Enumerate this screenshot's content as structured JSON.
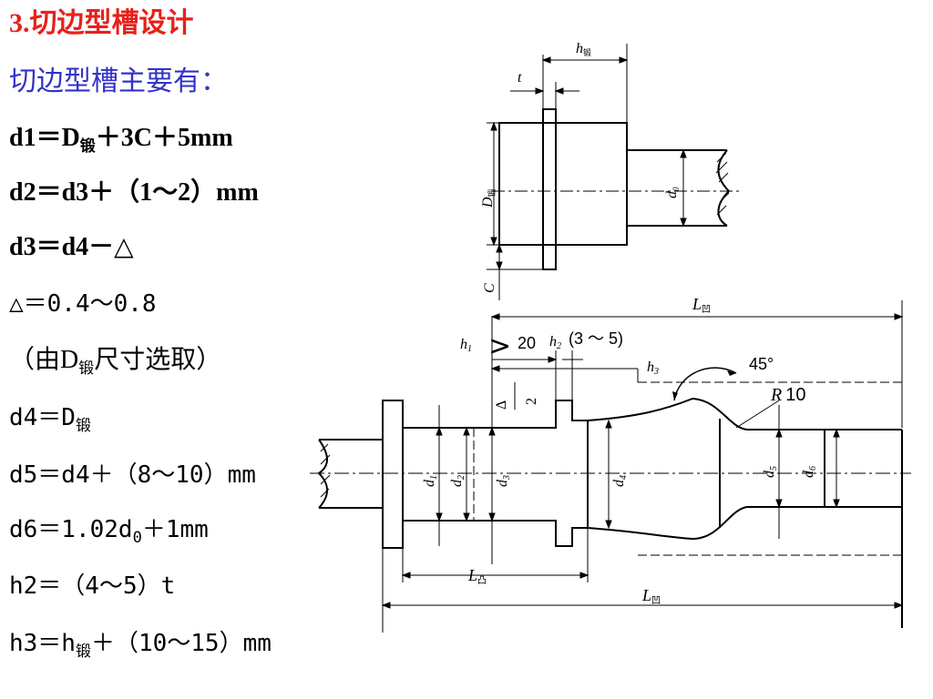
{
  "slide": {
    "title": "3.切边型槽设计",
    "subtitle": "切边型槽主要有：",
    "formulas": [
      {
        "pre": "d1＝D",
        "sub": "锻",
        "post": "＋3C＋5mm"
      },
      {
        "pre": "d2＝d3＋（1～2）mm",
        "sub": "",
        "post": ""
      },
      {
        "pre": "d3＝d4－△",
        "sub": "",
        "post": ""
      },
      {
        "pre": "△＝0.4～0.8",
        "sub": "",
        "post": ""
      },
      {
        "pre": "（由D",
        "sub": "锻",
        "post": "尺寸选取）"
      },
      {
        "pre": "d4＝D",
        "sub": "锻",
        "post": ""
      },
      {
        "pre": "d5＝d4＋（8～10）mm",
        "sub": "",
        "post": ""
      },
      {
        "pre": "d6＝1.02d",
        "sub": "0",
        "post": "＋1mm"
      },
      {
        "pre": "h2＝（4～5）t",
        "sub": "",
        "post": ""
      },
      {
        "pre": "h3＝h",
        "sub": "锻",
        "post": "＋（10～15）mm"
      }
    ]
  },
  "diagram_top": {
    "h_main": "h",
    "h_sub": "锻",
    "t": "t",
    "D_main": "D",
    "D_sub": "锻",
    "d0_main": "d",
    "d0_sub": "0",
    "C": "C"
  },
  "diagram_bottom": {
    "L_top_main": "L",
    "L_top_sub": "凹",
    "h1_main": "h",
    "h1_sub": "1",
    "gt": ">",
    "twenty": "20",
    "h2_main": "h",
    "h2_sub": "2",
    "h2_range": "(3 ～ 5)",
    "h3_main": "h",
    "h3_sub": "3",
    "angle": "45°",
    "R_main": "R",
    "R_value": "10",
    "delta": "Δ",
    "two": "2",
    "d1_main": "d",
    "d1_sub": "1",
    "d2_main": "d",
    "d2_sub": "2",
    "d3_main": "d",
    "d3_sub": "3",
    "d4_main": "d",
    "d4_sub": "4",
    "d5_main": "d",
    "d5_sub": "5",
    "d6_main": "d",
    "d6_sub": "6",
    "L_convex_main": "L",
    "L_convex_sub": "凸",
    "L_bottom_main": "L",
    "L_bottom_sub": "凹"
  }
}
